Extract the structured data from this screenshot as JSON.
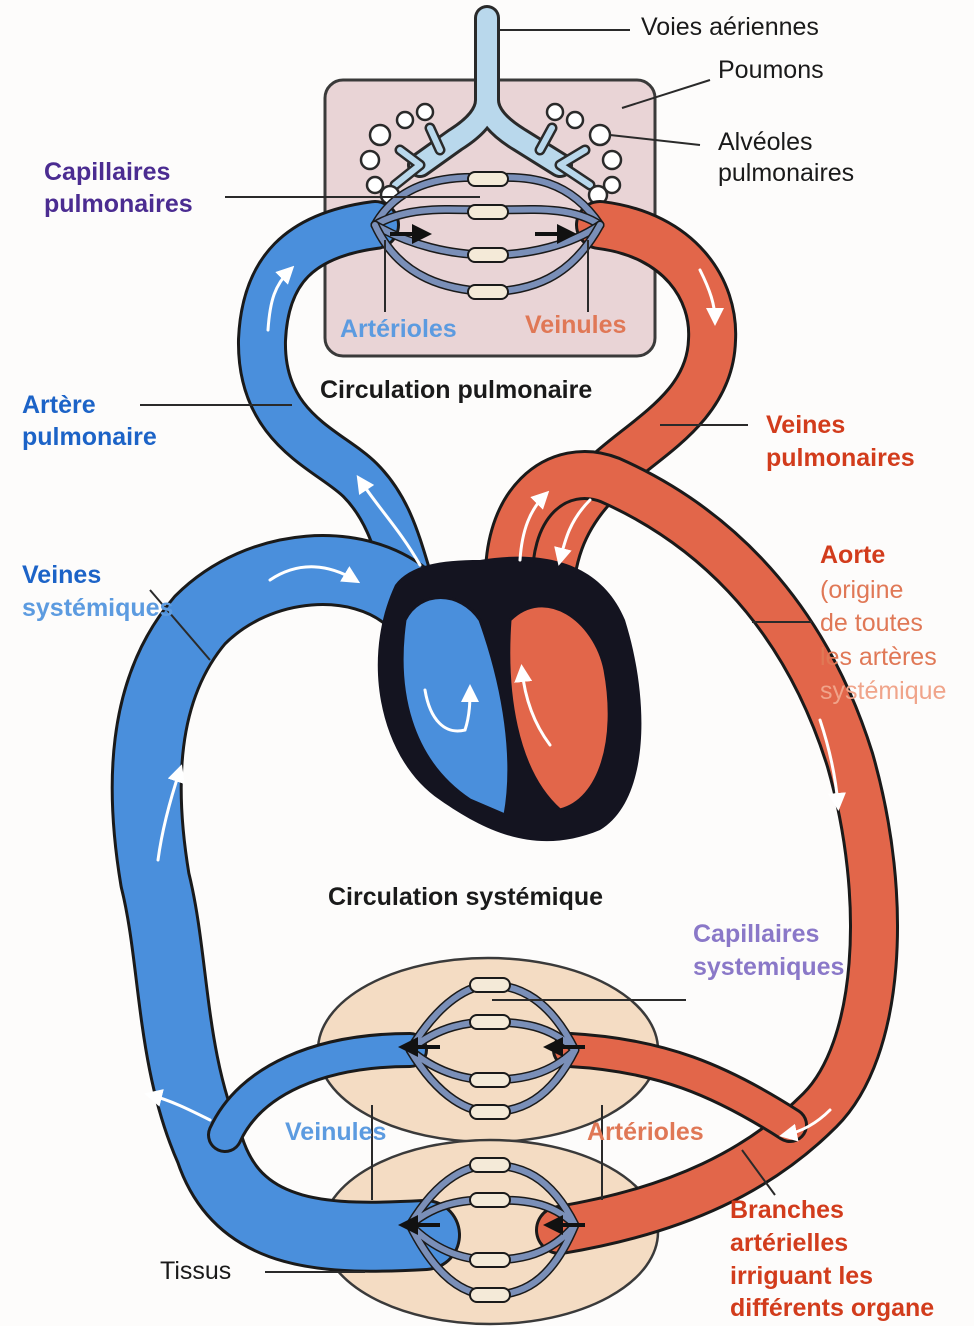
{
  "colors": {
    "oxygenated": "#e2664a",
    "deoxygenated": "#4a8fdc",
    "heart_wall": "#141420",
    "lung_tissue": "#e9d4d6",
    "body_tissue": "#f4dcc3",
    "airway": "#b9d8ec",
    "label_purple": "#4b2c91",
    "label_blue": "#1c63c7",
    "label_lightblue": "#5c9be0",
    "label_red": "#d23c1c",
    "label_orange": "#e07856",
    "label_violet": "#8a78c8"
  },
  "icons": [
    "flow-arrow-icon"
  ],
  "labels": {
    "voies_aeriennes": "Voies aériennes",
    "poumons": "Poumons",
    "alveoles_1": "Alvéoles",
    "alveoles_2": "pulmonaires",
    "capillaires_pulm_1": "Capillaires",
    "capillaires_pulm_2": "pulmonaires",
    "arterioles_top": "Artérioles",
    "veinules_top": "Veinules",
    "circulation_pulmonaire": "Circulation pulmonaire",
    "artere_pulm_1": "Artère",
    "artere_pulm_2": "pulmonaire",
    "veines_pulm_1": "Veines",
    "veines_pulm_2": "pulmonaires",
    "veines_sys_1": "Veines",
    "veines_sys_2": "systémiques",
    "aorte_1": "Aorte",
    "aorte_2": "(origine",
    "aorte_3": "de toutes",
    "aorte_4": "les artères",
    "aorte_5": "systémique",
    "circulation_systemique": "Circulation systémique",
    "capillaires_sys_1": "Capillaires",
    "capillaires_sys_2": "systemiques",
    "veinules_bottom": "Veinules",
    "arterioles_bottom": "Artérioles",
    "tissus": "Tissus",
    "branches_1": "Branches",
    "branches_2": "artérielles",
    "branches_3": "irriguant les",
    "branches_4": "différents organe"
  }
}
